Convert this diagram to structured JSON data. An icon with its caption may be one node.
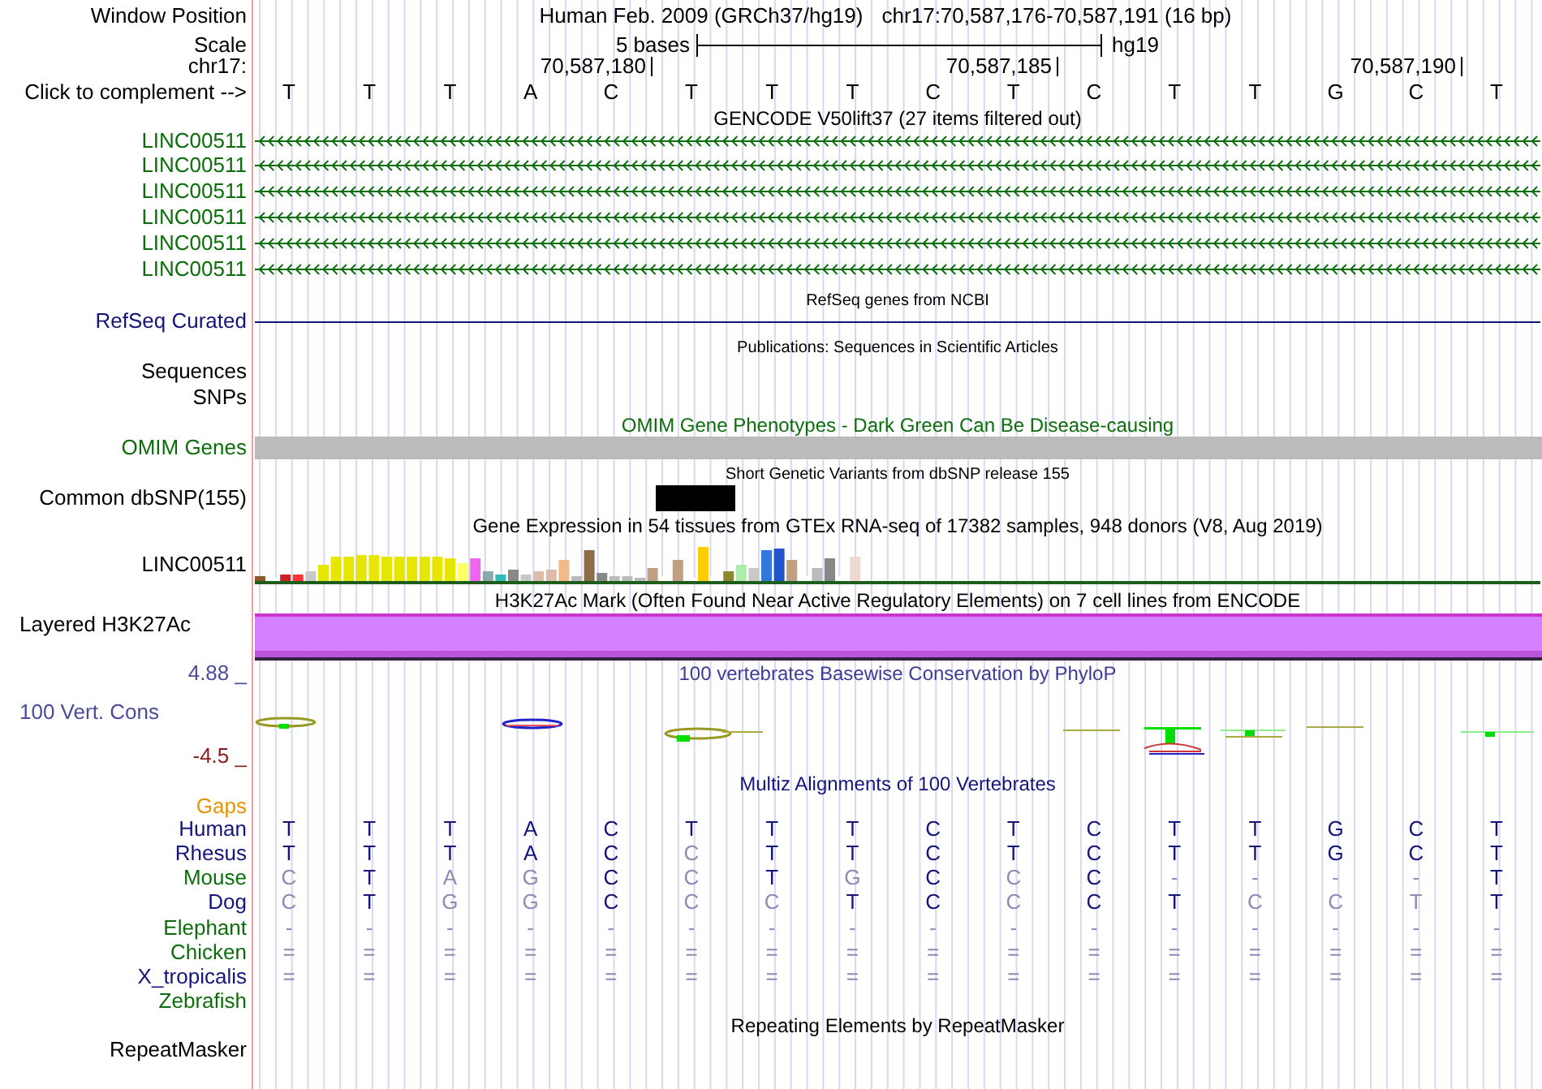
{
  "diagram": {
    "nodes": [
      {
        "text": [],
        "shape": "bar"
      }
    ],
    "labels": [
      "Window Position",
      "Human Feb. 2009 (GRCh37/hg19)",
      "chr17:70,587,176-70,587,191 (16 bp)",
      "Scale",
      "5 bases",
      "hg19",
      "chr17:",
      "70,587,180",
      "70,587,185",
      "70,587,190",
      "Click to complement -->",
      "T",
      "T",
      "T",
      "A",
      "C",
      "T",
      "T",
      "T",
      "C",
      "T",
      "C",
      "T",
      "T",
      "G",
      "C",
      "T",
      "GENCODE V50lift37 (27 items filtered out)",
      "LINC00511",
      "LINC00511",
      "LINC00511",
      "LINC00511",
      "LINC00511",
      "LINC00511",
      "RefSeq genes from NCBI",
      "RefSeq Curated",
      "Publications: Sequences in Scientific Articles",
      "Sequences",
      "SNPs",
      "OMIM Gene Phenotypes - Dark Green Can Be Disease-causing",
      "OMIM Genes",
      "Short Genetic Variants from dbSNP release 155",
      "Common dbSNP(155)",
      "Gene Expression in 54 tissues from GTEx RNA-seq of 17382 samples, 948 donors (V8, Aug 2019)",
      "LINC00511",
      "H3K27Ac Mark (Often Found Near Active Regulatory Elements) on 7 cell lines from ENCODE",
      "Layered H3K27Ac",
      "4.88 _",
      "100 vertebrates Basewise Conservation by PhyloP",
      "100 Vert. Cons",
      "-4.5 _",
      "Multiz Alignments of 100 Vertebrates",
      "Gaps",
      "Human",
      "T",
      "T",
      "T",
      "A",
      "C",
      "T",
      "T",
      "T",
      "C",
      "T",
      "C",
      "T",
      "T",
      "G",
      "C",
      "T",
      "Rhesus",
      "T",
      "T",
      "T",
      "A",
      "C",
      "C",
      "T",
      "T",
      "C",
      "T",
      "C",
      "T",
      "T",
      "G",
      "C",
      "T",
      "Mouse",
      "C",
      "T",
      "A",
      "G",
      "C",
      "C",
      "T",
      "G",
      "C",
      "C",
      "C",
      "-",
      "-",
      "-",
      "-",
      "T",
      "Dog",
      "C",
      "T",
      "G",
      "G",
      "C",
      "C",
      "C",
      "T",
      "C",
      "C",
      "C",
      "T",
      "C",
      "C",
      "T",
      "T",
      "Elephant",
      "-",
      "-",
      "-",
      "-",
      "-",
      "-",
      "-",
      "-",
      "-",
      "-",
      "-",
      "-",
      "-",
      "-",
      "-",
      "-",
      "Chicken",
      "=",
      "=",
      "=",
      "=",
      "=",
      "=",
      "=",
      "=",
      "=",
      "=",
      "=",
      "=",
      "=",
      "=",
      "=",
      "=",
      "X_tropicalis",
      "=",
      "=",
      "=",
      "=",
      "=",
      "=",
      "=",
      "=",
      "=",
      "=",
      "=",
      "=",
      "=",
      "=",
      "=",
      "=",
      "Zebrafish",
      "Repeating Elements by RepeatMasker",
      "RepeatMasker"
    ]
  }
}
